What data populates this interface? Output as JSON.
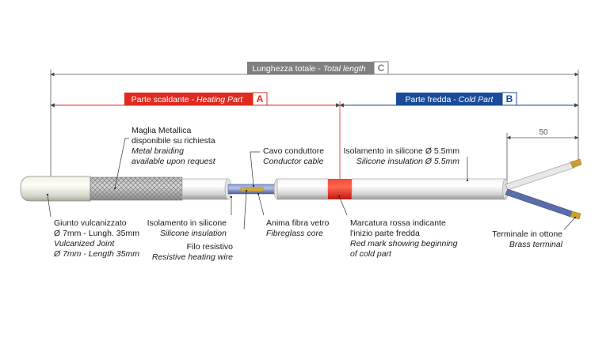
{
  "dimensions": {
    "total": {
      "label_main": "Lunghezza totale - ",
      "label_italic": "Total length",
      "letter": "C",
      "color": "#7f7f7f"
    },
    "heating": {
      "label_main": "Parte scaldante - ",
      "label_italic": "Heating Part",
      "letter": "A",
      "color": "#e02a20"
    },
    "cold": {
      "label_main": "Parte fredda - ",
      "label_italic": "Cold Part",
      "letter": "B",
      "color": "#1a4a99"
    },
    "terminal_length": "50"
  },
  "callouts": {
    "metal_braiding": [
      "Maglia Metallica",
      "disponibile su richiesta",
      "Metal braiding",
      "available upon request"
    ],
    "conductor_cable": [
      "Cavo conduttore",
      "Conductor cable"
    ],
    "silicone_5_5": [
      "Isolamento in silicone Ø 5.5mm",
      "Silicone insulation Ø 5.5mm"
    ],
    "vulcanized_joint": [
      "Giunto vulcanizzato",
      "Ø 7mm - Lungh. 35mm",
      "Vulcanized Joint",
      "Ø 7mm - Length 35mm"
    ],
    "silicone_insulation": [
      "Isolamento in silicone",
      "Silicone insulation"
    ],
    "resistive_wire": [
      "Filo resistivo",
      "Resistive heating wire"
    ],
    "fiberglass_core": [
      "Anima fibra vetro",
      "Fibreglass core"
    ],
    "red_mark": [
      "Marcatura rossa indicante",
      "l'inizio parte fredda",
      "Red mark showing beginning",
      "of cold part"
    ],
    "brass_terminal": [
      "Terminale in ottone",
      "Brass terminal"
    ]
  },
  "colors": {
    "red_mark": "#e8231b",
    "brass": "#c9a030",
    "blue_wire": "#5a6da8",
    "cable_body": "#e0e0e0"
  }
}
